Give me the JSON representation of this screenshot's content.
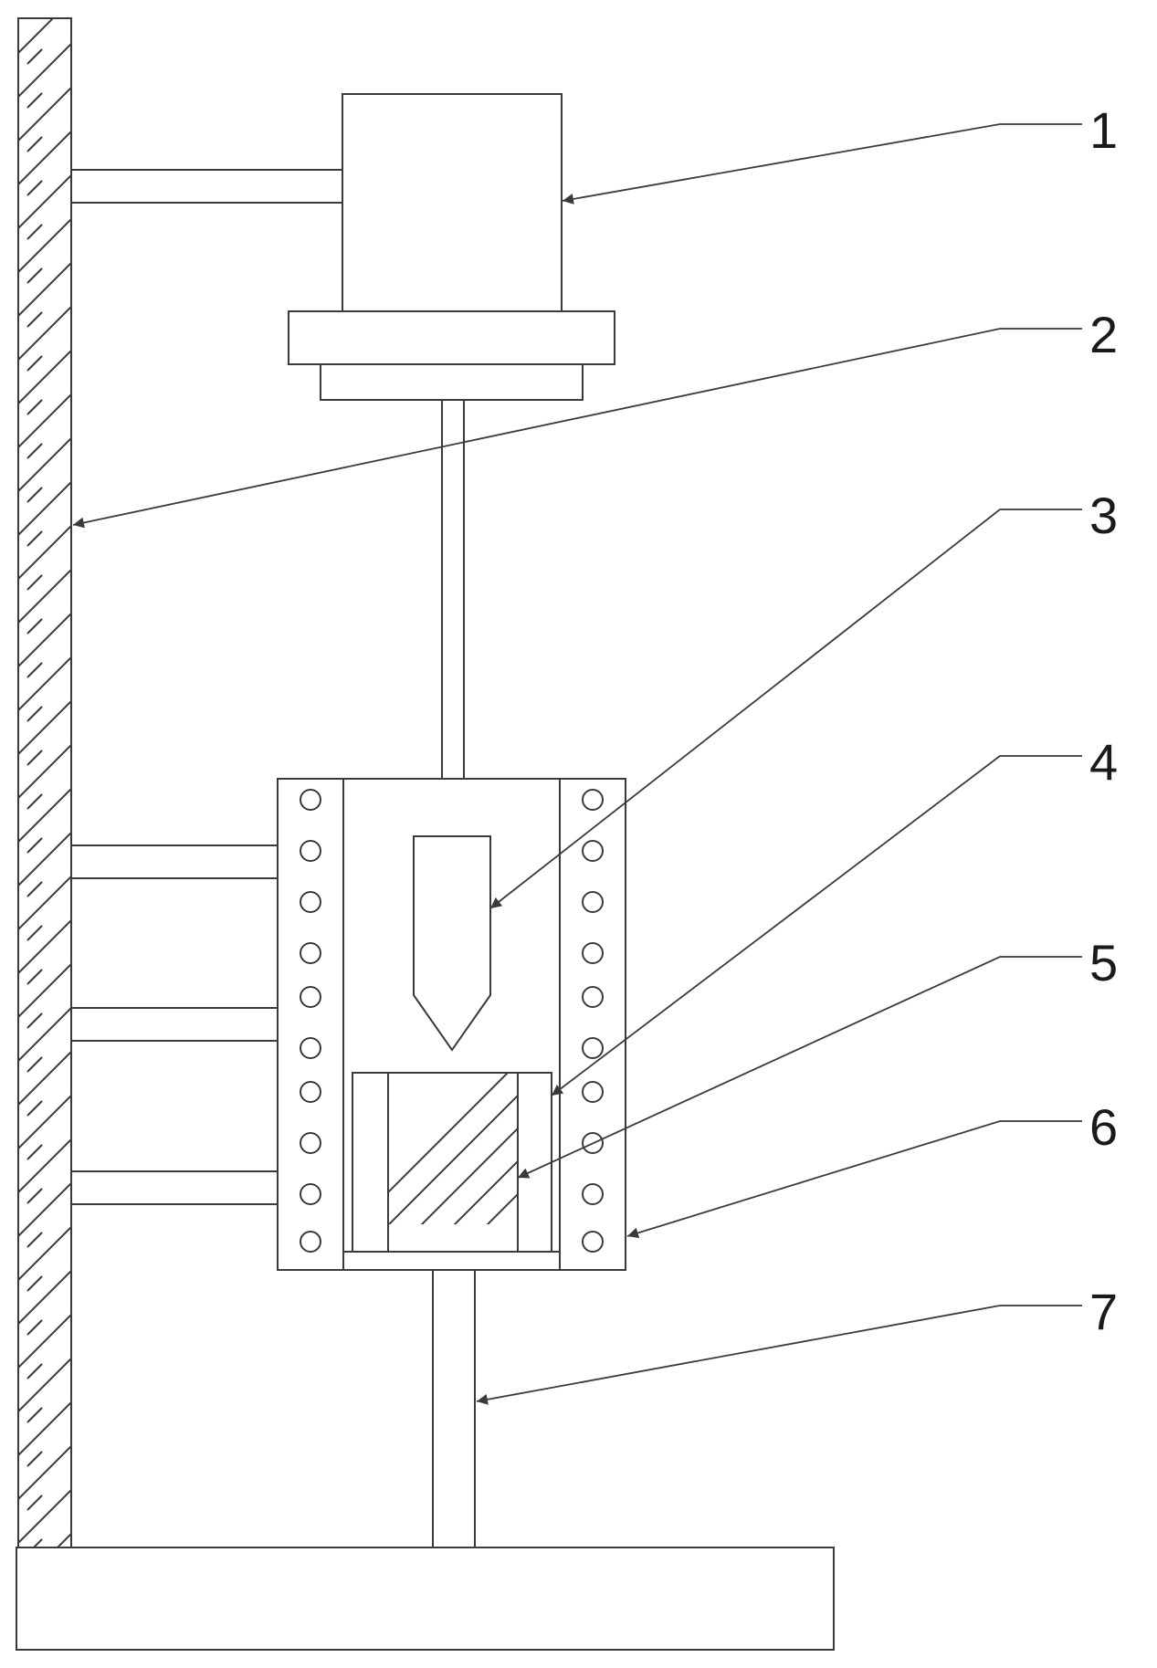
{
  "labels": [
    "1",
    "2",
    "3",
    "4",
    "5",
    "6",
    "7"
  ],
  "colors": {
    "line": "#3a3a3a",
    "text": "#1a1a1a",
    "background": "#ffffff"
  }
}
